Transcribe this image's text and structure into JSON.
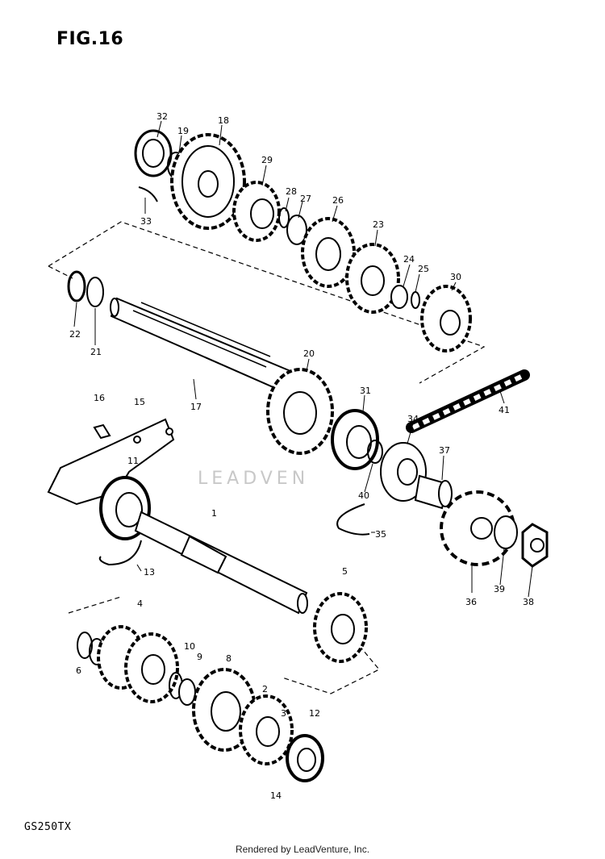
{
  "title": "FIG.16",
  "model": "GS250TX",
  "footer": "Rendered by LeadVenture, Inc.",
  "watermark": "LEADVEN",
  "colors": {
    "line": "#000000",
    "watermark": "#c8c8c8",
    "background": "#ffffff"
  },
  "callouts": [
    {
      "id": "32",
      "label": "32"
    },
    {
      "id": "19",
      "label": "19"
    },
    {
      "id": "18",
      "label": "18"
    },
    {
      "id": "33",
      "label": "33"
    },
    {
      "id": "29",
      "label": "29"
    },
    {
      "id": "28",
      "label": "28"
    },
    {
      "id": "27",
      "label": "27"
    },
    {
      "id": "26",
      "label": "26"
    },
    {
      "id": "23",
      "label": "23"
    },
    {
      "id": "24",
      "label": "24"
    },
    {
      "id": "25",
      "label": "25"
    },
    {
      "id": "30",
      "label": "30"
    },
    {
      "id": "22",
      "label": "22"
    },
    {
      "id": "21",
      "label": "21"
    },
    {
      "id": "20",
      "label": "20"
    },
    {
      "id": "17",
      "label": "17"
    },
    {
      "id": "31",
      "label": "31"
    },
    {
      "id": "41",
      "label": "41"
    },
    {
      "id": "16",
      "label": "16"
    },
    {
      "id": "15",
      "label": "15"
    },
    {
      "id": "34",
      "label": "34"
    },
    {
      "id": "37",
      "label": "37"
    },
    {
      "id": "11",
      "label": "11"
    },
    {
      "id": "40",
      "label": "40"
    },
    {
      "id": "35",
      "label": "35"
    },
    {
      "id": "1",
      "label": "1"
    },
    {
      "id": "13",
      "label": "13"
    },
    {
      "id": "36",
      "label": "36"
    },
    {
      "id": "39",
      "label": "39"
    },
    {
      "id": "38",
      "label": "38"
    },
    {
      "id": "5",
      "label": "5"
    },
    {
      "id": "4",
      "label": "4"
    },
    {
      "id": "6",
      "label": "6"
    },
    {
      "id": "10",
      "label": "10"
    },
    {
      "id": "9",
      "label": "9"
    },
    {
      "id": "8",
      "label": "8"
    },
    {
      "id": "2",
      "label": "2"
    },
    {
      "id": "3",
      "label": "3"
    },
    {
      "id": "12",
      "label": "12"
    },
    {
      "id": "14",
      "label": "14"
    }
  ]
}
